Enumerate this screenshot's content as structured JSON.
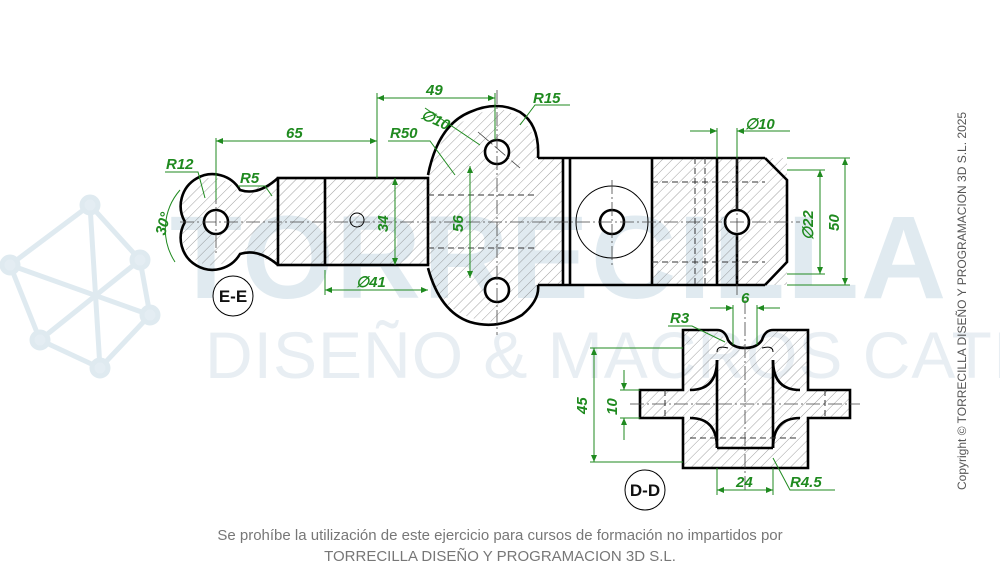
{
  "watermark": {
    "brand": "TORRECILLA",
    "subtitle": "DISEÑO & MACROS CATIA"
  },
  "copyright": "Copyright © TORRECILLA DISEÑO Y PROGRAMACION 3D S.L. 2025",
  "footer": {
    "line1": "Se prohíbe la utilización de este ejercicio para cursos de formación no impartidos por",
    "line2": "TORRECILLA DISEÑO Y PROGRAMACION 3D S.L."
  },
  "views": {
    "section_e": "E-E",
    "section_d": "D-D"
  },
  "dimensions": {
    "d49": "49",
    "r15": "R15",
    "d65": "65",
    "r50": "R50",
    "dia10_top": "∅10",
    "dia10_right": "∅10",
    "r12": "R12",
    "r5": "R5",
    "ang30": "30°",
    "d34": "34",
    "d56": "56",
    "dia41": "∅41",
    "dia22": "∅22",
    "d50": "50",
    "d6": "6",
    "r3": "R3",
    "d45": "45",
    "d10": "10",
    "d24": "24",
    "r45": "R4.5"
  },
  "colors": {
    "dimension": "#1f8a1f",
    "outline": "#000000",
    "watermark": "#d6e4ec"
  }
}
